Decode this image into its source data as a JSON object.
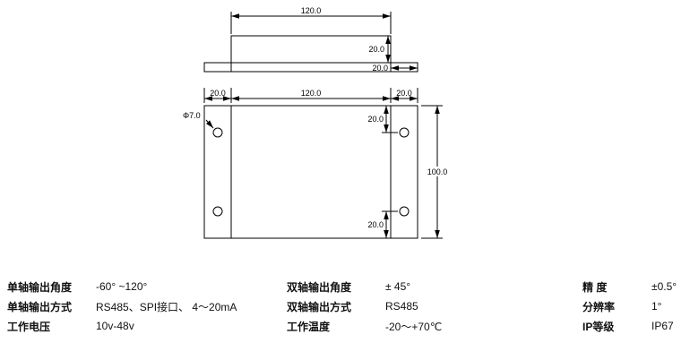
{
  "drawing": {
    "side_view": {
      "width": "120.0",
      "height": "20.0",
      "flange_width": "20.0"
    },
    "front_view": {
      "left_offset": "20.0",
      "width": "120.0",
      "right_offset": "20.0",
      "height": "100.0",
      "hole_diameter": "Φ7.0",
      "hole_top_offset": "20.0",
      "hole_bottom_offset": "20.0"
    }
  },
  "specs": {
    "col1": [
      {
        "label": "单轴输出角度",
        "value": "-60° ~120°"
      },
      {
        "label": "单轴输出方式",
        "value": "RS485、SPI接口、 4～20mA"
      },
      {
        "label": "工作电压",
        "value": "10v-48v"
      }
    ],
    "col2": [
      {
        "label": "双轴输出角度",
        "value": "± 45°"
      },
      {
        "label": "双轴输出方式",
        "value": "RS485"
      },
      {
        "label": "工作温度",
        "value": "-20～+70℃"
      }
    ],
    "col3": [
      {
        "label": "精 度",
        "value": "±0.5°"
      },
      {
        "label": "分辨率",
        "value": "1°"
      },
      {
        "label": "IP等级",
        "value": "IP67"
      }
    ]
  }
}
